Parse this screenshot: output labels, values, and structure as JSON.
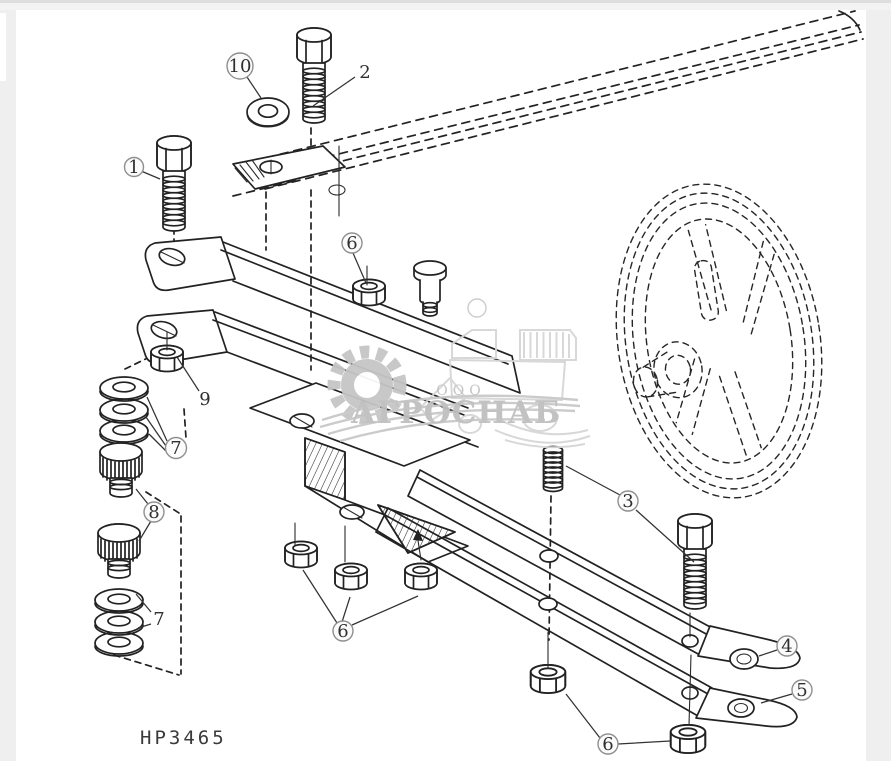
{
  "page": {
    "background_color": "#efefef",
    "topbar_color": "#f3f3f3",
    "canvas_color": "#ffffff"
  },
  "diagram": {
    "part_number": "HP3465",
    "ink_color": "#222222",
    "callouts": {
      "c1": {
        "label": "1",
        "part": "hex-bolt"
      },
      "c2": {
        "label": "2",
        "part": "hex-bolt"
      },
      "c10": {
        "label": "10",
        "part": "flat-washer"
      },
      "c6_top": {
        "label": "6",
        "part": "hex-nut"
      },
      "c9": {
        "label": "9",
        "part": "hex-nut"
      },
      "c7_upper": {
        "label": "7",
        "part": "washer-stack"
      },
      "c8": {
        "label": "8",
        "part": "knurled-bolt"
      },
      "c7_lower": {
        "label": "7",
        "part": "washer-stack"
      },
      "c6_center": {
        "label": "6",
        "part": "hex-nuts"
      },
      "c3": {
        "label": "3",
        "part": "threaded-stud-and-bolt"
      },
      "c4": {
        "label": "4",
        "part": "strap-bar"
      },
      "c5": {
        "label": "5",
        "part": "strap-bar"
      },
      "c6_right": {
        "label": "6",
        "part": "hex-nuts"
      }
    },
    "watermark": {
      "prefix": "ООО",
      "name": "АГРОСНАБ",
      "text_color": "#bfbfbf",
      "gear_color": "#c6c6c6"
    }
  }
}
